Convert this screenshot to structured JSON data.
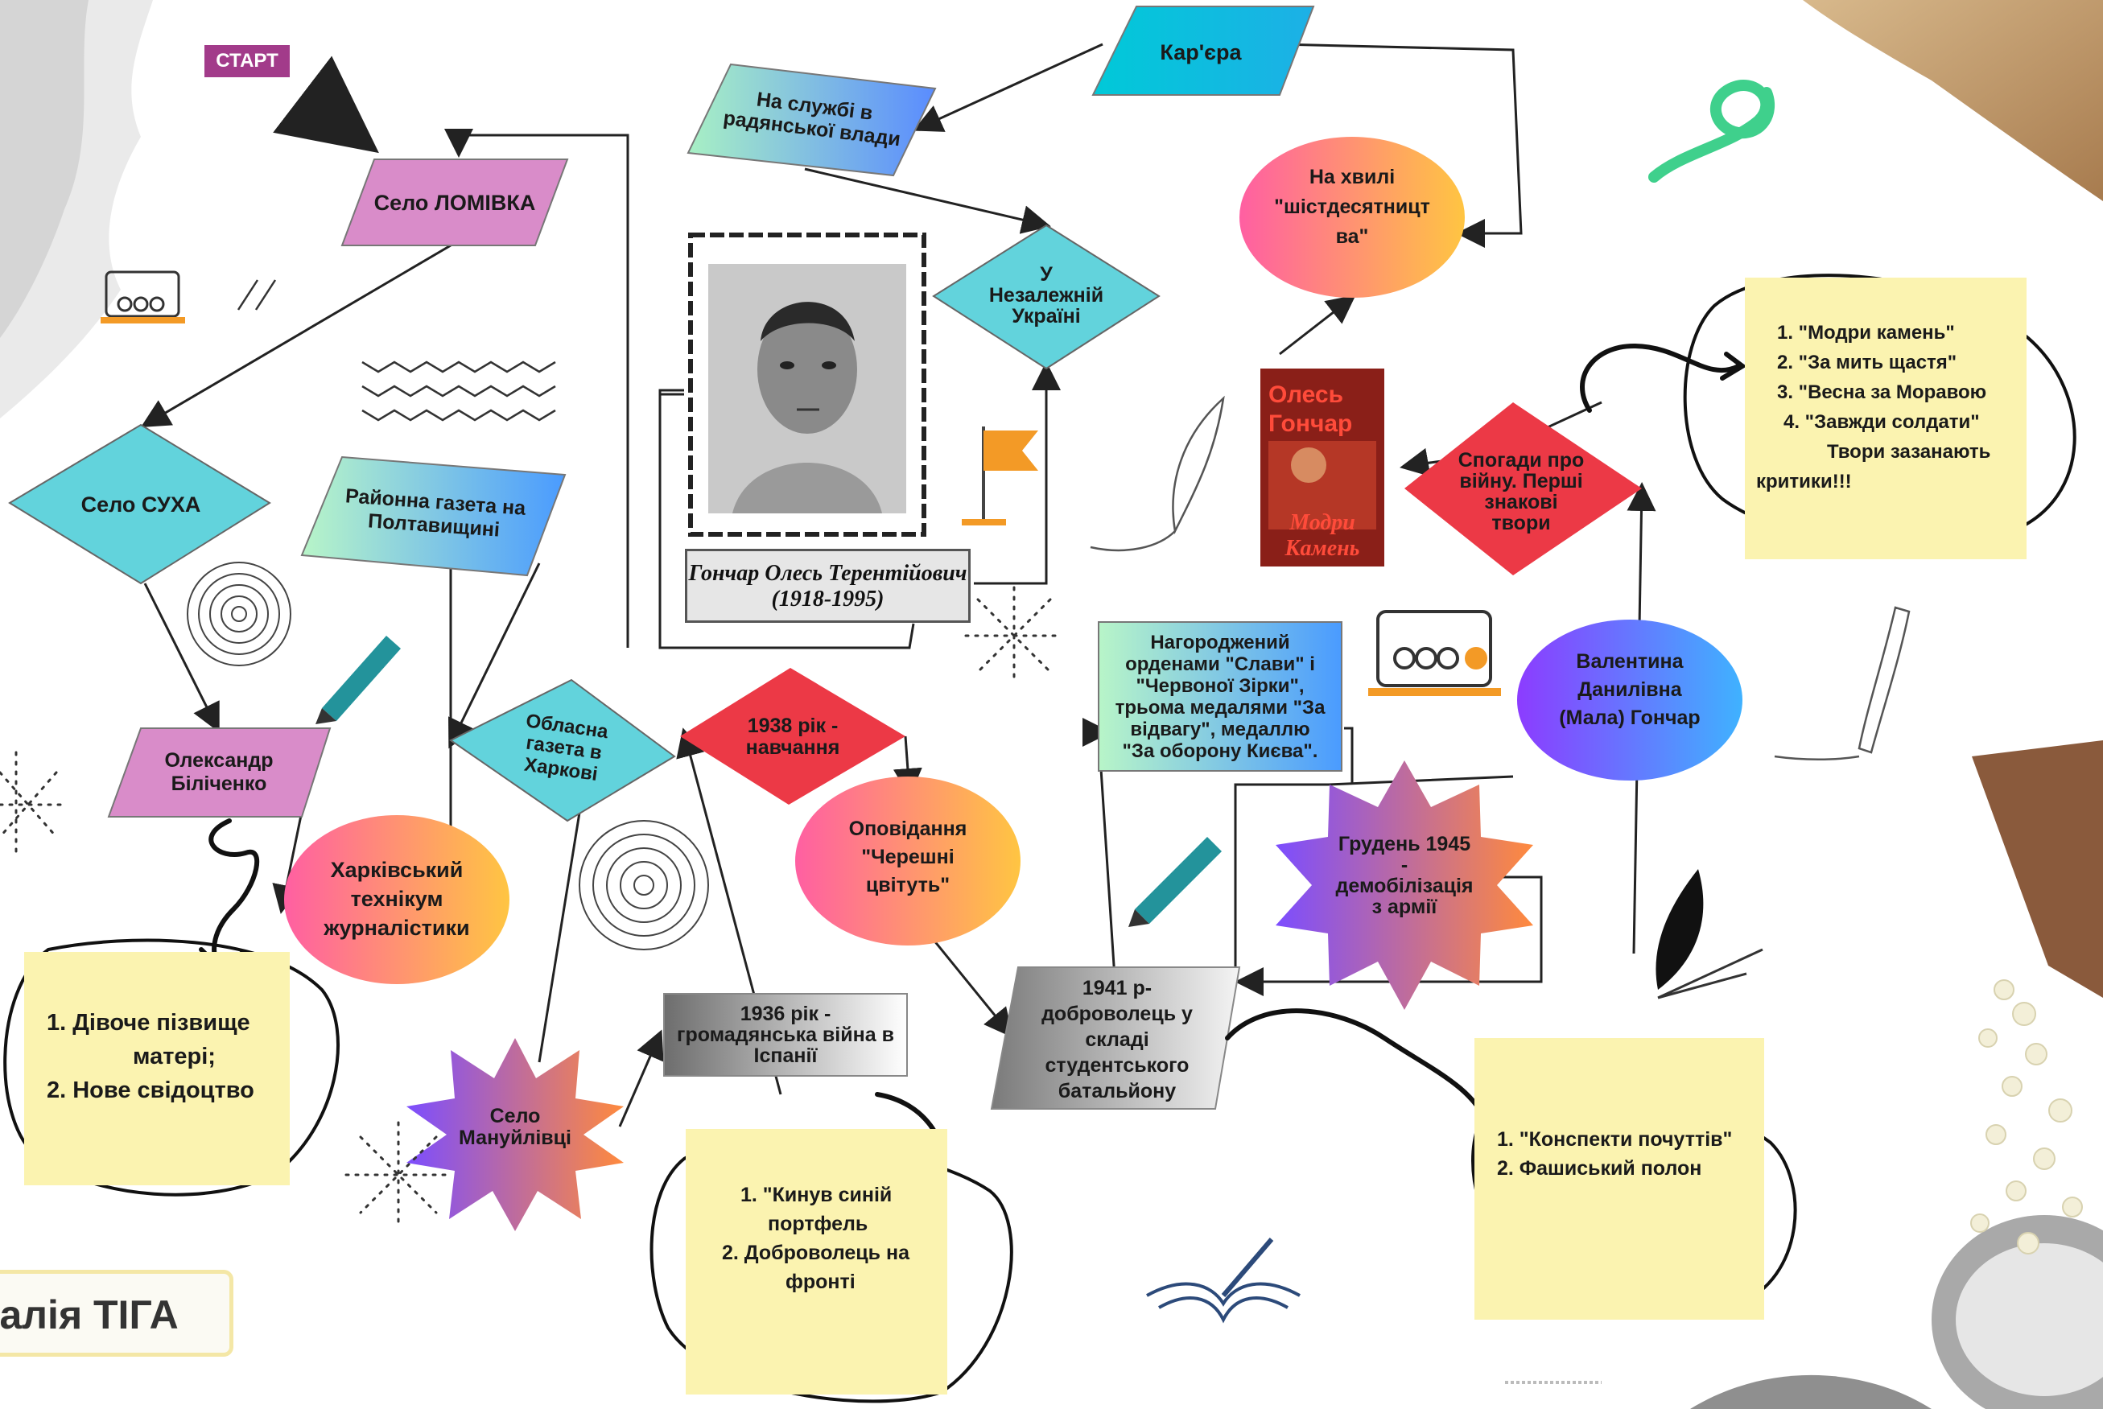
{
  "start_label": "СТАРТ",
  "author": "талія ТІГА",
  "photo_caption": {
    "name": "Гончар Олесь Терентійович",
    "years": "(1918-1995)"
  },
  "book_cover": {
    "author": "Олесь Гончар",
    "title": "Модри Камень"
  },
  "nodes": {
    "lomivka": [
      "Село ЛОМІВКА"
    ],
    "sukha": [
      "Село СУХА"
    ],
    "bilichenko": [
      "Олександр",
      "Біліченко"
    ],
    "raionna": [
      "Районна газета на",
      "Полтавищині"
    ],
    "oblasna": [
      "Обласна",
      "газета в",
      "Харкові"
    ],
    "tekhnikum": [
      "Харківський",
      "технікум",
      "журналістики"
    ],
    "manuilivtsi": [
      "Село",
      "Мануйлівці"
    ],
    "ispaniia": [
      "1936 рік -",
      "громадянська війна в",
      "Іспанії"
    ],
    "navchannia": [
      "1938 рік -",
      "навчання"
    ],
    "chereshni": [
      "Оповідання",
      "\"Черешні",
      "цвітуть\""
    ],
    "dobrovolets": [
      "1941 р-",
      "доброволець у",
      "складі",
      "студентського",
      "батальйону"
    ],
    "sluzhba": [
      "На службі в",
      "радянської влади"
    ],
    "kariera": [
      "Кар'єра"
    ],
    "nezalezhna": [
      "У",
      "Незалежній",
      "Україні"
    ],
    "shistdesiat": [
      "На хвилі",
      "\"шістдесятницт",
      "ва\""
    ],
    "spohady": [
      "Спогади про",
      "війну. Перші",
      "знакові",
      "твори"
    ],
    "nahorodzhenyi": [
      "Нагороджений",
      "орденами \"Слави\" і",
      "\"Червоної Зірки\",",
      "трьома медалями \"За",
      "відвагу\", медаллю",
      "\"За оборону Києва\"."
    ],
    "valentyna": [
      "Валентина",
      "Данилівна",
      "(Мала) Гончар"
    ],
    "hruden": [
      "Грудень 1945",
      "-",
      "демобілізація",
      "з армії"
    ]
  },
  "notes": {
    "left": [
      "1.   Дівоче пізвище",
      "матері;",
      "2.   Нове свідоцтво"
    ],
    "center": [
      "1. \"Кинув синій",
      "портфель",
      "2. Доброволець на",
      "фронті"
    ],
    "bottom_right": [
      "1. \"Конспекти почуттів\"",
      "2. Фашиський полон"
    ],
    "top_right": [
      "1. \"Модри камень\"",
      "2.  \"За мить щастя\"",
      "3. \"Весна за Моравою",
      "4. \"Завжди солдати\"",
      "Твори зазанають",
      "критики!!!"
    ]
  },
  "colors": {
    "pink_shape": "#d98cc9",
    "teal_shape": "#62d3dc",
    "note_yellow": "#fbf3b0",
    "red_diamond": "#ec3946",
    "start_badge": "#a23b8a"
  }
}
